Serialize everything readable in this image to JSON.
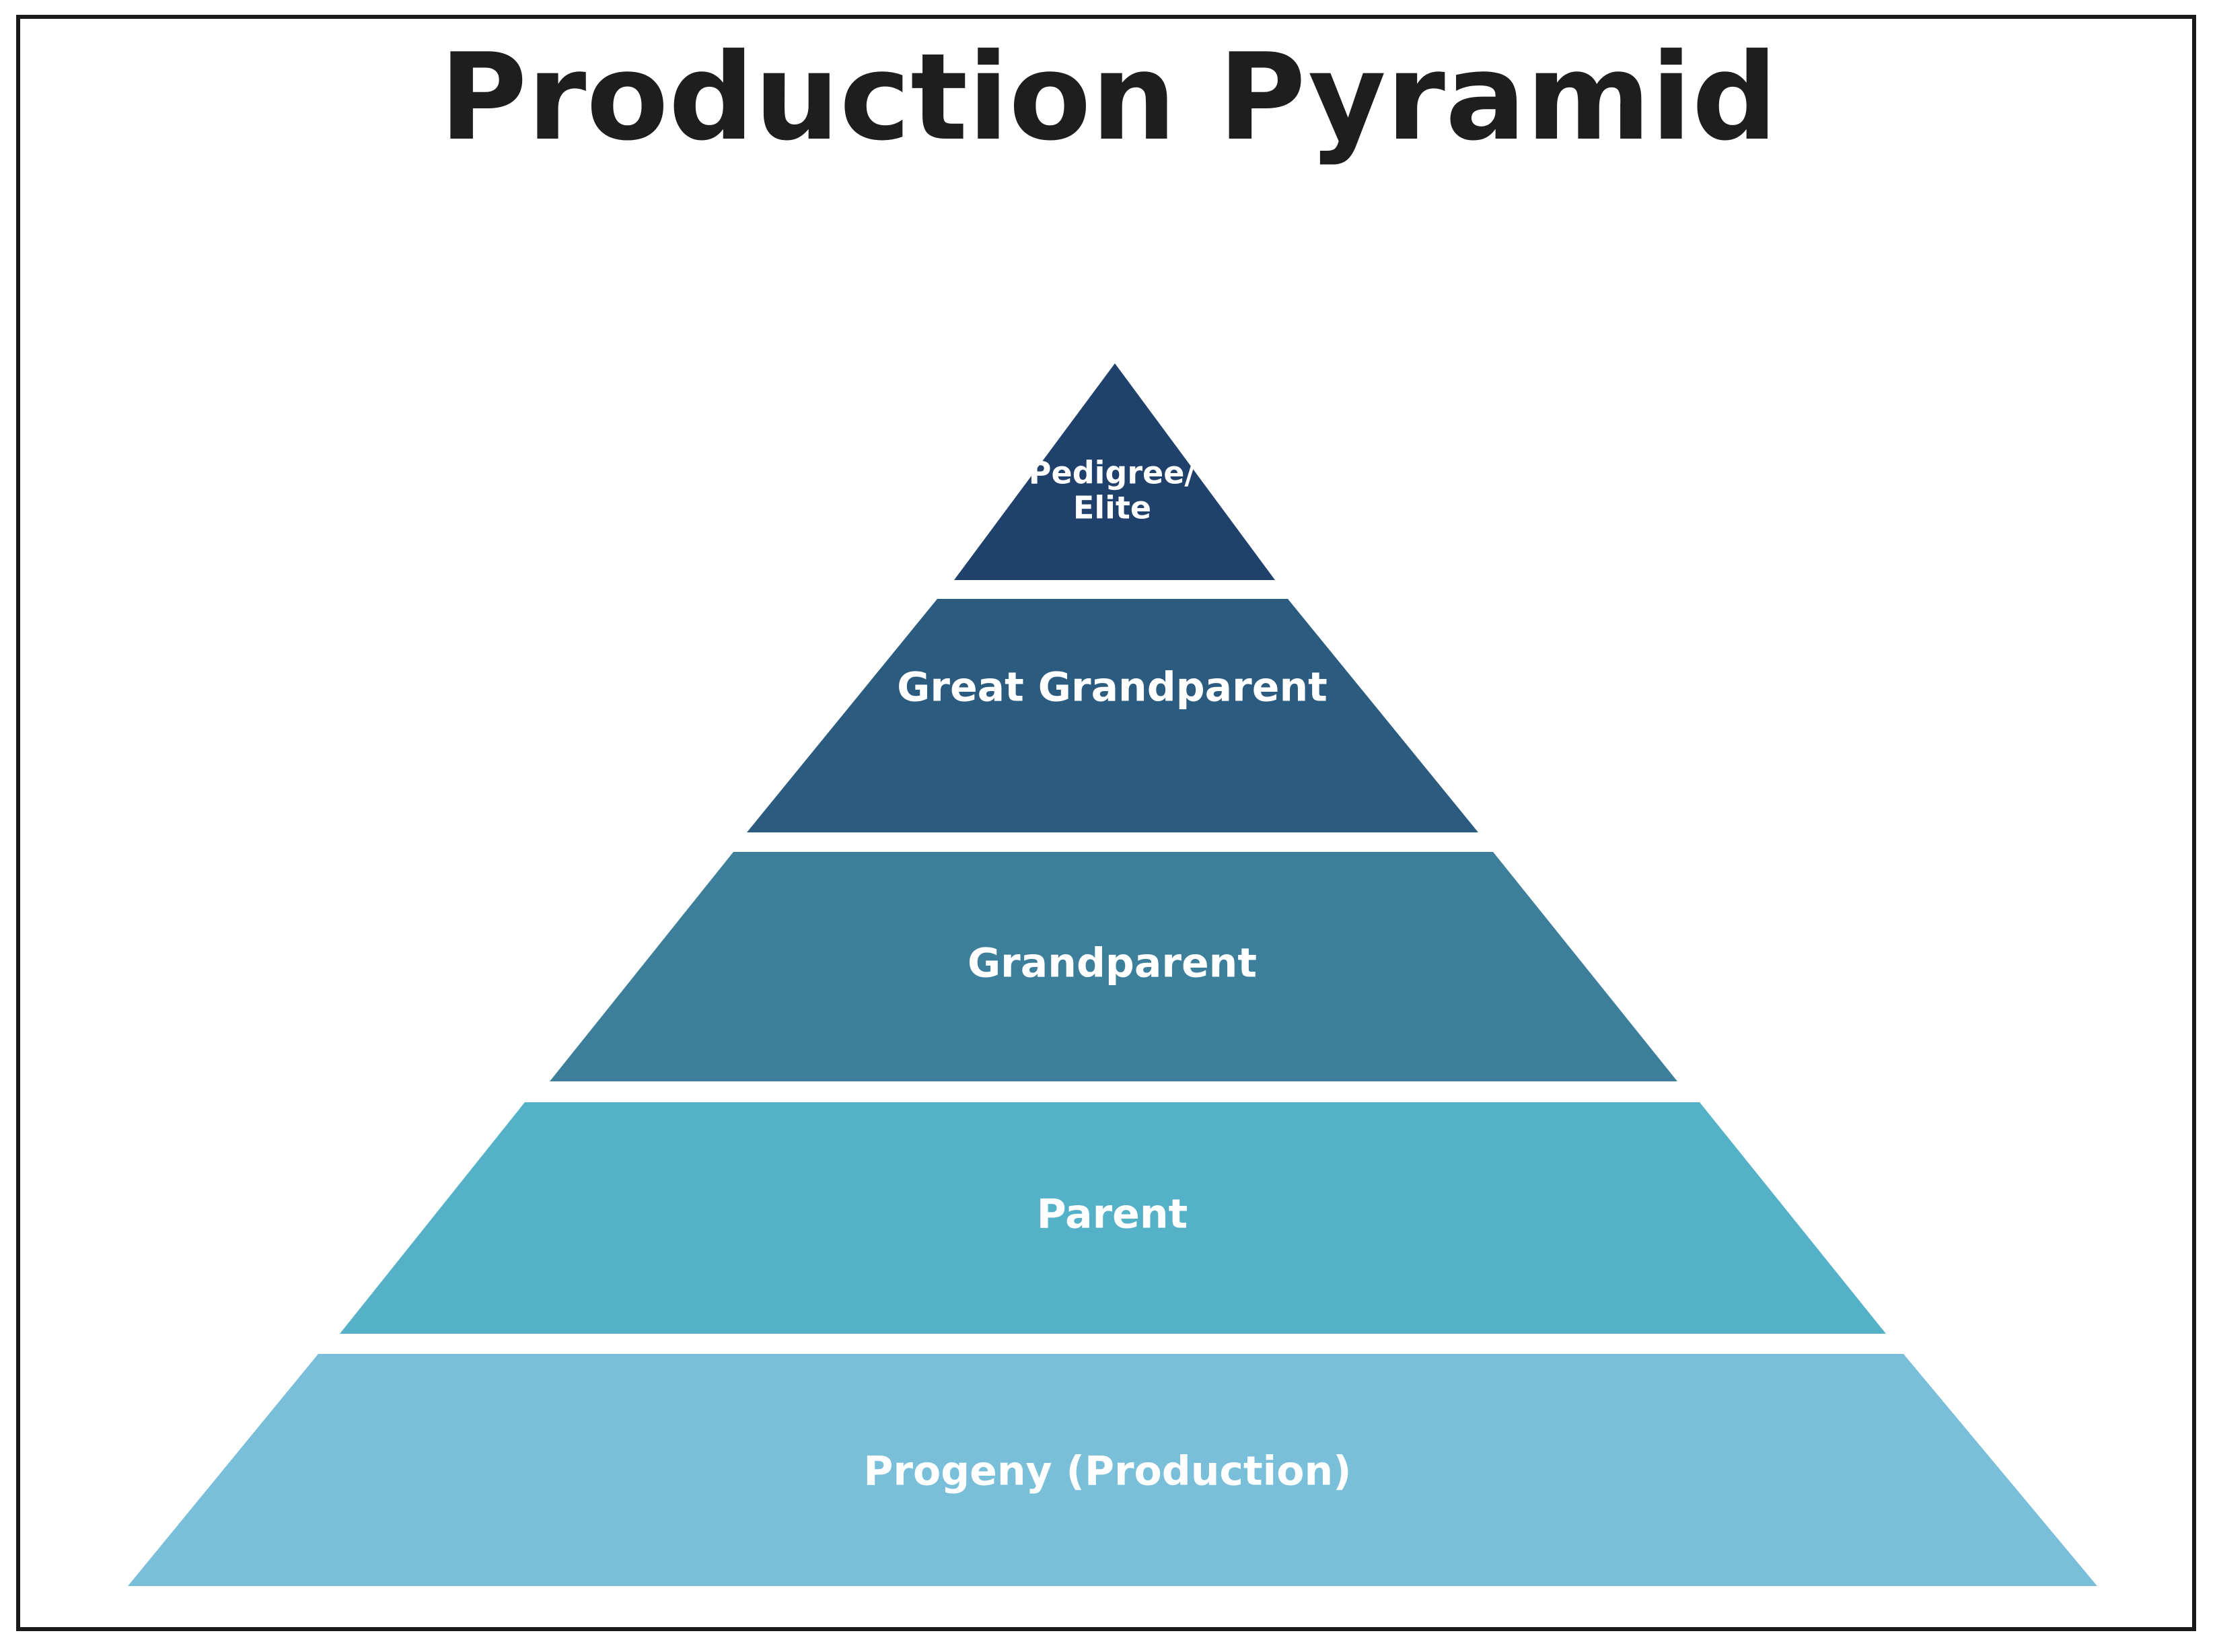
{
  "title": "Production Pyramid",
  "tiers": [
    {
      "label_lines": [
        "Pedigree/",
        "Elite"
      ],
      "color": "#1f416b"
    },
    {
      "label_lines": [
        "Great Grandparent"
      ],
      "color": "#2b5c80"
    },
    {
      "label_lines": [
        "Grandparent"
      ],
      "color": "#3d7f9b"
    },
    {
      "label_lines": [
        "Parent"
      ],
      "color": "#55b1c7"
    },
    {
      "label_lines": [
        "Progeny (Production)"
      ],
      "color": "#7abfd9"
    }
  ]
}
